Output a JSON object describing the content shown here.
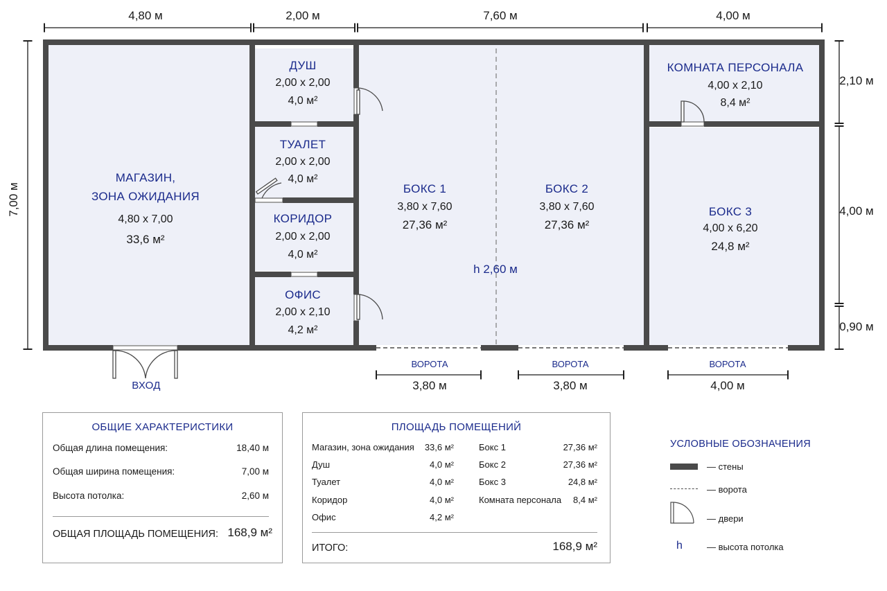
{
  "colors": {
    "wall": "#4a4a4a",
    "room_fill": "#eef0f8",
    "accent": "#1b2b8c"
  },
  "dims": {
    "top": [
      "4,80 м",
      "2,00 м",
      "7,60 м",
      "4,00 м"
    ],
    "left": "7,00 м",
    "right": [
      "2,10 м",
      "4,00 м",
      "0,90 м"
    ],
    "gates": [
      "3,80 м",
      "3,80 м",
      "4,00 м"
    ]
  },
  "rooms": {
    "shop": {
      "name1": "МАГАЗИН,",
      "name2": "ЗОНА ОЖИДАНИЯ",
      "size": "4,80 х 7,00",
      "area": "33,6 м²"
    },
    "shower": {
      "name": "ДУШ",
      "size": "2,00 х 2,00",
      "area": "4,0 м²"
    },
    "toilet": {
      "name": "ТУАЛЕТ",
      "size": "2,00 х 2,00",
      "area": "4,0 м²"
    },
    "corridor": {
      "name": "КОРИДОР",
      "size": "2,00 х 2,00",
      "area": "4,0 м²"
    },
    "office": {
      "name": "ОФИС",
      "size": "2,00 х 2,10",
      "area": "4,2 м²"
    },
    "box1": {
      "name": "БОКС 1",
      "size": "3,80 х 7,60",
      "area": "27,36 м²"
    },
    "box2": {
      "name": "БОКС 2",
      "size": "3,80 х 7,60",
      "area": "27,36 м²"
    },
    "staff": {
      "name": "КОМНАТА ПЕРСОНАЛА",
      "size": "4,00 х 2,10",
      "area": "8,4 м²"
    },
    "box3": {
      "name": "БОКС 3",
      "size": "4,00 х 6,20",
      "area": "24,8 м²"
    }
  },
  "ceiling_label": "h 2,60 м",
  "gate_label": "ВОРОТА",
  "entrance_label": "ВХОД",
  "general": {
    "title": "ОБЩИЕ ХАРАКТЕРИСТИКИ",
    "rows": [
      {
        "label": "Общая длина помещения:",
        "value": "18,40 м"
      },
      {
        "label": "Общая ширина помещения:",
        "value": "7,00 м"
      },
      {
        "label": "Высота потолка:",
        "value": "2,60 м"
      }
    ],
    "total_label": "ОБЩАЯ ПЛОЩАДЬ ПОМЕЩЕНИЯ:",
    "total_value": "168,9 м²"
  },
  "areas": {
    "title": "ПЛОЩАДЬ ПОМЕЩЕНИЙ",
    "left": [
      {
        "label": "Магазин, зона ожидания",
        "value": "33,6 м²"
      },
      {
        "label": "Душ",
        "value": "4,0 м²"
      },
      {
        "label": "Туалет",
        "value": "4,0 м²"
      },
      {
        "label": "Коридор",
        "value": "4,0 м²"
      },
      {
        "label": "Офис",
        "value": "4,2 м²"
      }
    ],
    "right": [
      {
        "label": "Бокс 1",
        "value": "27,36 м²"
      },
      {
        "label": "Бокс 2",
        "value": "27,36 м²"
      },
      {
        "label": "Бокс 3",
        "value": "24,8 м²"
      },
      {
        "label": "Комната персонала",
        "value": "8,4 м²"
      }
    ],
    "total_label": "ИТОГО:",
    "total_value": "168,9 м²"
  },
  "legend": {
    "title": "УСЛОВНЫЕ ОБОЗНАЧЕНИЯ",
    "walls": "— стены",
    "gates": "— ворота",
    "doors": "— двери",
    "h_symbol": "h",
    "height": "— высота потолка"
  }
}
